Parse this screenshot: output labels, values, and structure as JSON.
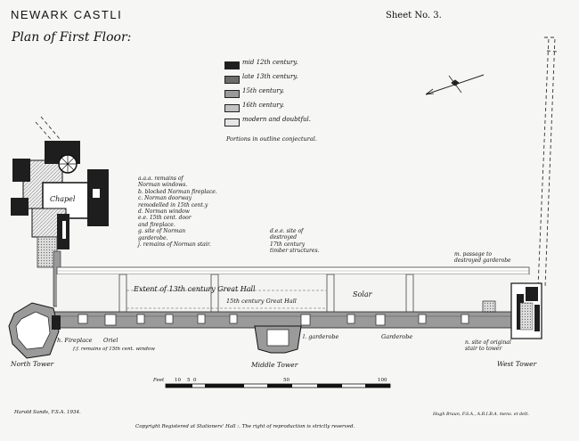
{
  "header": {
    "title": "NEWARK CASTLI",
    "subtitle": "Plan of First Floor:",
    "sheet": "Sheet No. 3."
  },
  "legend": {
    "items": [
      {
        "label": "mid 12th century.",
        "color": "#1e1e1e"
      },
      {
        "label": "late 13th century.",
        "color": "#6c6c6c"
      },
      {
        "label": "15th century.",
        "color": "#9a9a9a"
      },
      {
        "label": "16th century.",
        "color": "#c2c2c2"
      },
      {
        "label": "modern and doubtful.",
        "color": "#e6e6e6"
      }
    ],
    "note": "Portions in outline conjectural."
  },
  "notes": {
    "left_list": "a.a.a. remains of\nNorman windows.\nb. blocked Norman fireplace.\nc. Norman doorway\nremodelled in 15th cent.y\nd. Norman window\ne.e. 15th cent. door\nand fireplace.\ng. site of Norman\ngarderobe.\nj. remains of Norman stair.",
    "right_list": "d.e.e. site of\ndestroyed\n17th century\ntimber structures.",
    "passage": "m. passage to\ndestroyed garderobe"
  },
  "labels": {
    "chapel": "Chapel",
    "hall_13th": "Extent of 13th century Great Hall",
    "hall_15th": "15th century Great Hall",
    "solar": "Solar",
    "fireplace": "h. Fireplace",
    "oriel": "Oriel",
    "window": "f.f. remains of 15th cent. window",
    "garderobe1": "l. garderobe",
    "garderobe2": "Garderobe",
    "stair": "n. site of original\nstair to tower",
    "north_tower": "North Tower",
    "middle_tower": "Middle Tower",
    "west_tower": "West Tower"
  },
  "scale": {
    "label": "Feet",
    "ticks": [
      "10",
      "5",
      "0",
      "50",
      "100"
    ]
  },
  "footer": {
    "surveyor": "Harold Sands, F.S.A. 1934.",
    "architect": "Hugh Braun, F.S.A., A.R.I.B.A. mens. et delt.",
    "copyright": "Copyright Registered at Stationers' Hall :. The right of reproduction is strictly reserved."
  }
}
